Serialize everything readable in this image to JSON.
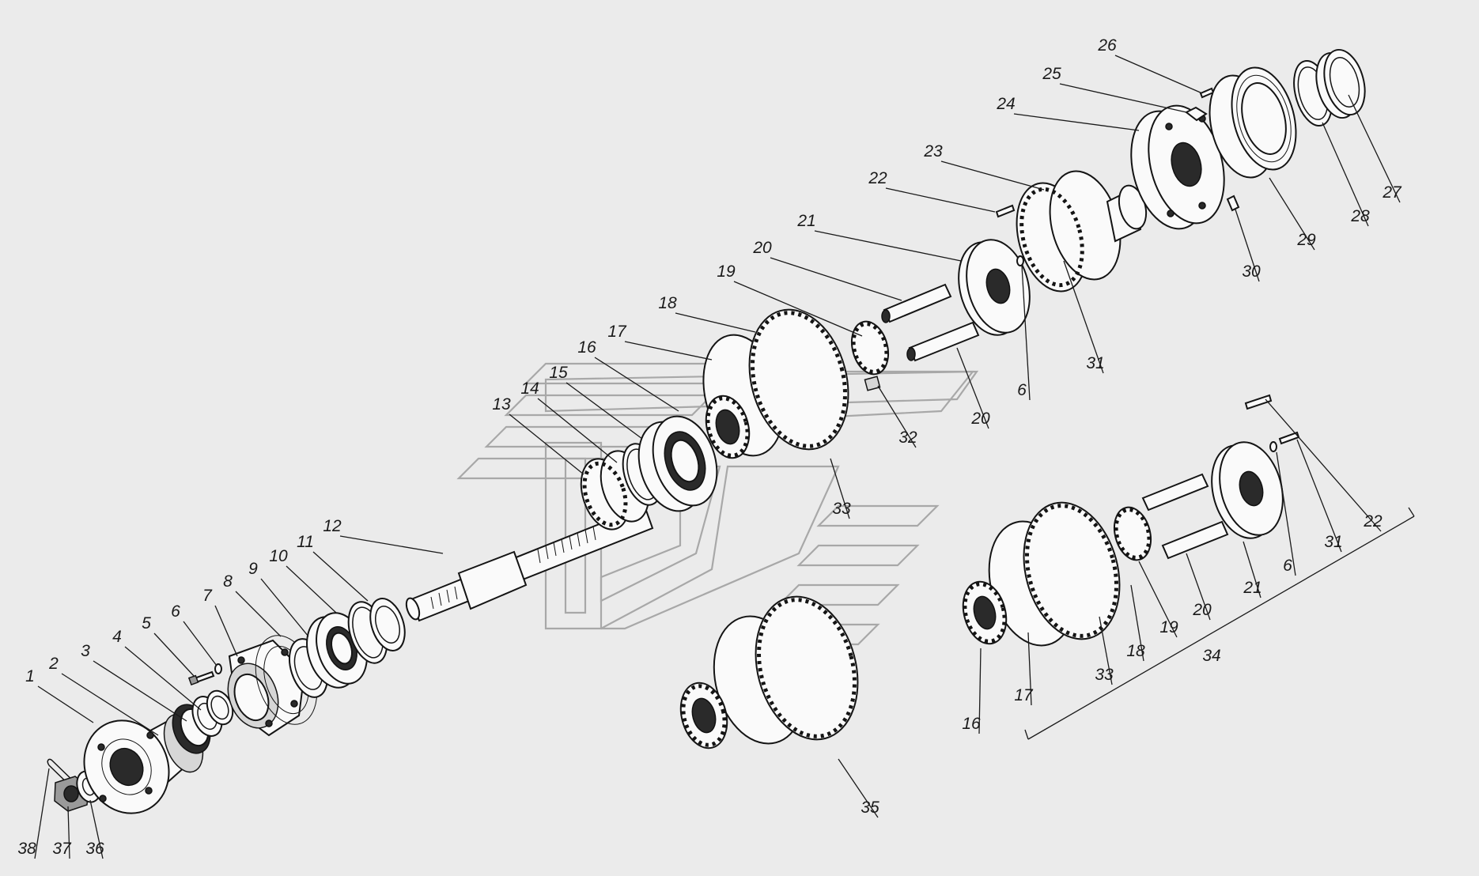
{
  "diagram": {
    "type": "exploded-parts-view",
    "callouts": [
      {
        "id": "c1",
        "text": "1"
      },
      {
        "id": "c2",
        "text": "2"
      },
      {
        "id": "c3",
        "text": "3"
      },
      {
        "id": "c4",
        "text": "4"
      },
      {
        "id": "c5",
        "text": "5"
      },
      {
        "id": "c6",
        "text": "6"
      },
      {
        "id": "c7",
        "text": "7"
      },
      {
        "id": "c8",
        "text": "8"
      },
      {
        "id": "c9",
        "text": "9"
      },
      {
        "id": "c10",
        "text": "10"
      },
      {
        "id": "c11",
        "text": "11"
      },
      {
        "id": "c12",
        "text": "12"
      },
      {
        "id": "c13",
        "text": "13"
      },
      {
        "id": "c14",
        "text": "14"
      },
      {
        "id": "c15",
        "text": "15"
      },
      {
        "id": "c16",
        "text": "16"
      },
      {
        "id": "c17",
        "text": "17"
      },
      {
        "id": "c18",
        "text": "18"
      },
      {
        "id": "c19",
        "text": "19"
      },
      {
        "id": "c20",
        "text": "20"
      },
      {
        "id": "c21",
        "text": "21"
      },
      {
        "id": "c22",
        "text": "22"
      },
      {
        "id": "c23",
        "text": "23"
      },
      {
        "id": "c24",
        "text": "24"
      },
      {
        "id": "c25",
        "text": "25"
      },
      {
        "id": "c26",
        "text": "26"
      },
      {
        "id": "c27",
        "text": "27"
      },
      {
        "id": "c28",
        "text": "28"
      },
      {
        "id": "c29",
        "text": "29"
      },
      {
        "id": "c30",
        "text": "30"
      },
      {
        "id": "c31",
        "text": "31"
      },
      {
        "id": "c6b",
        "text": "6"
      },
      {
        "id": "c20b",
        "text": "20"
      },
      {
        "id": "c32",
        "text": "32"
      },
      {
        "id": "c33",
        "text": "33"
      },
      {
        "id": "c38",
        "text": "38"
      },
      {
        "id": "c37",
        "text": "37"
      },
      {
        "id": "c36",
        "text": "36"
      },
      {
        "id": "c35",
        "text": "35"
      },
      {
        "id": "c16b",
        "text": "16"
      },
      {
        "id": "c17b",
        "text": "17"
      },
      {
        "id": "c33b",
        "text": "33"
      },
      {
        "id": "c18b",
        "text": "18"
      },
      {
        "id": "c19b",
        "text": "19"
      },
      {
        "id": "c20c",
        "text": "20"
      },
      {
        "id": "c21b",
        "text": "21"
      },
      {
        "id": "c6c",
        "text": "6"
      },
      {
        "id": "c31b",
        "text": "31"
      },
      {
        "id": "c22b",
        "text": "22"
      },
      {
        "id": "c34",
        "text": "34"
      }
    ]
  }
}
